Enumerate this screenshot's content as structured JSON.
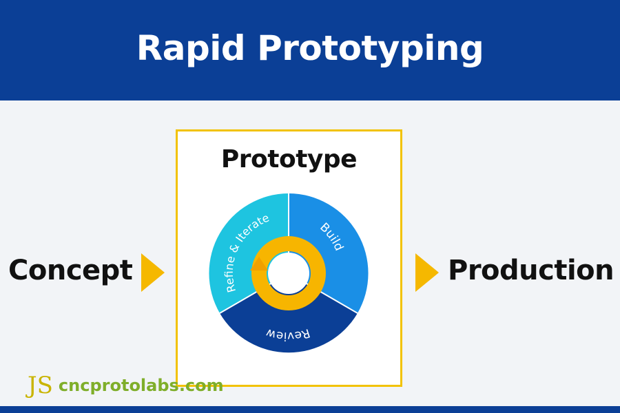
{
  "header": {
    "title": "Rapid Prototyping"
  },
  "stages": {
    "concept": "Concept",
    "production": "Production"
  },
  "prototype": {
    "title": "Prototype",
    "segments": {
      "build": "Build",
      "review": "Review",
      "refine": "Refine & Iterate"
    }
  },
  "watermark": {
    "logo": "JS",
    "text": "cncprotolabs.com"
  },
  "colors": {
    "header_bg": "#0b3f96",
    "accent_yellow": "#f5b800",
    "build_segment": "#1a8fe6",
    "review_segment": "#0b3f96",
    "refine_segment": "#1ec4e0",
    "cycle_arrow": "#f7b500"
  },
  "icons": {
    "flow_arrow": "triangle-right-icon",
    "cycle": "circular-arrow-icon"
  }
}
